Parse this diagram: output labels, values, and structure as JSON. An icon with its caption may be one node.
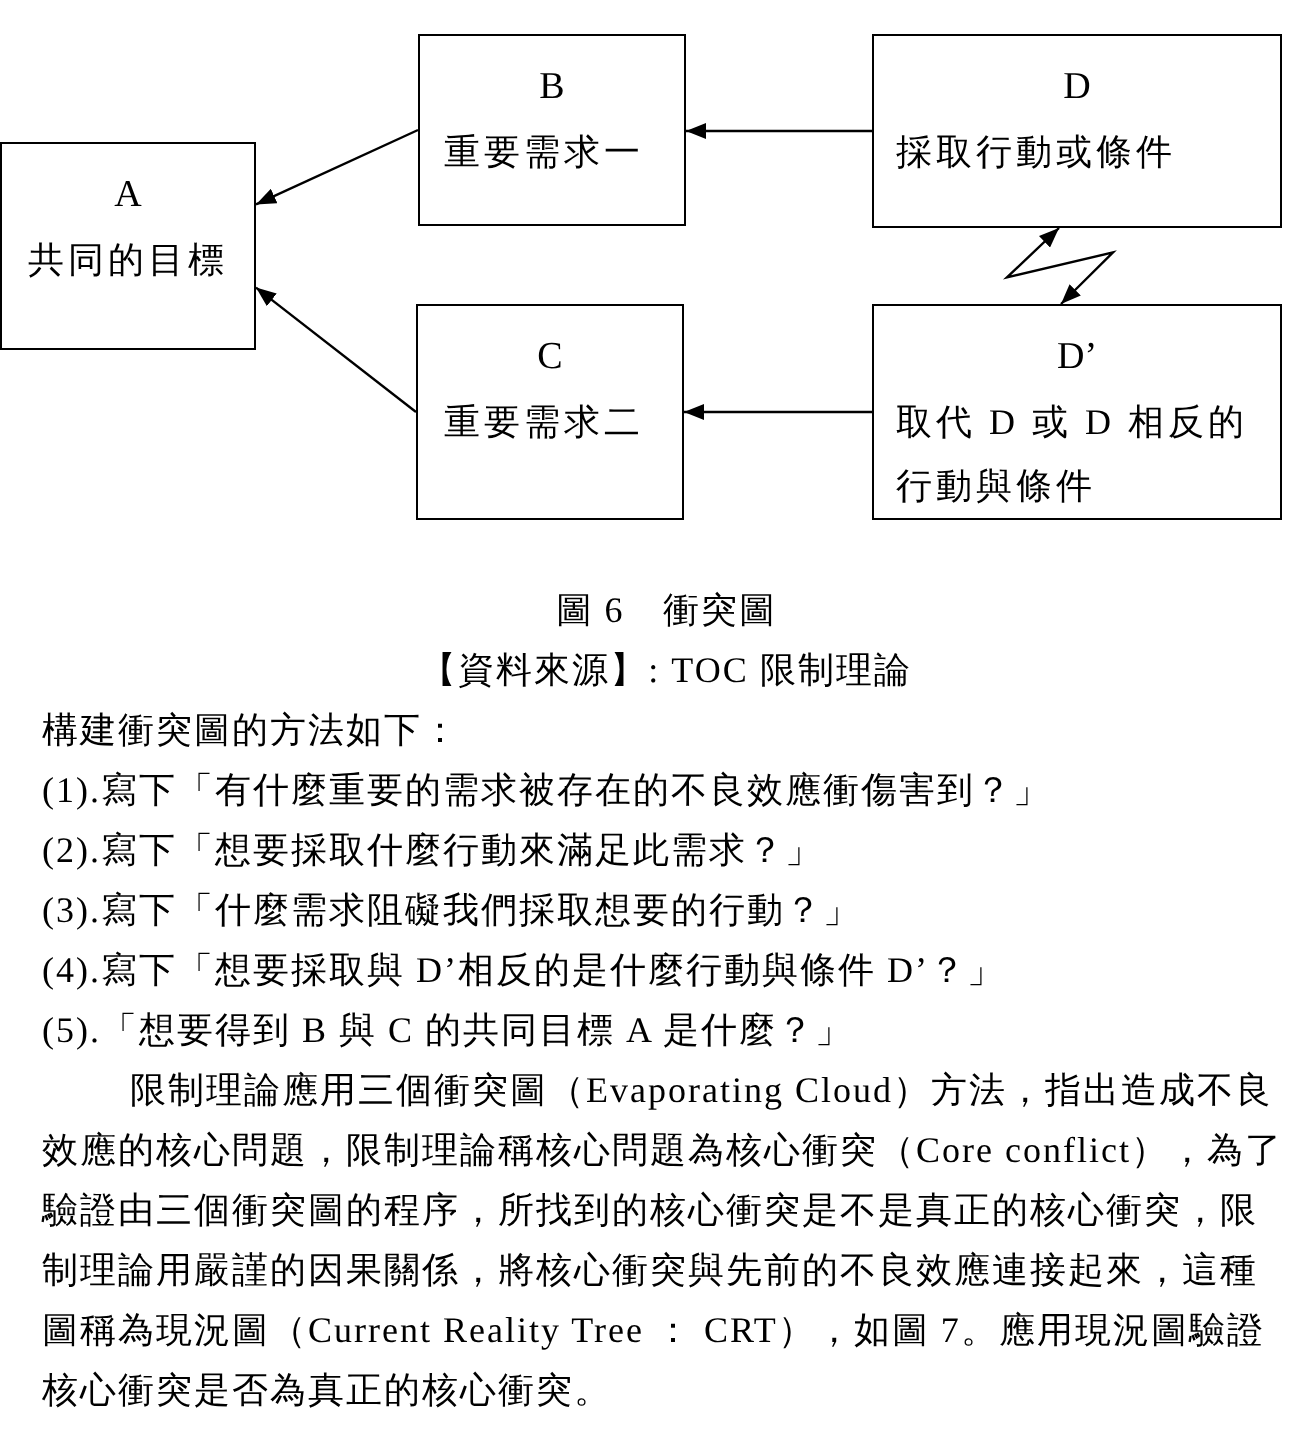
{
  "diagram": {
    "caption": "圖 6　衝突圖",
    "nodes": [
      {
        "text": [
          "A",
          "共同的目標"
        ]
      },
      {
        "text": [
          "B",
          "重要需求一"
        ]
      },
      {
        "text": [
          "C",
          "重要需求二"
        ]
      },
      {
        "text": [
          "D",
          "採取行動或條件"
        ]
      },
      {
        "text": [
          "D’",
          "取代 D 或 D 相反的行動與條件"
        ]
      }
    ],
    "edges": [
      {
        "from": 1,
        "to": 0,
        "arrow": "to"
      },
      {
        "from": 2,
        "to": 0,
        "arrow": "to"
      },
      {
        "from": 3,
        "to": 1,
        "arrow": "to"
      },
      {
        "from": 4,
        "to": 2,
        "arrow": "to"
      },
      {
        "from": 3,
        "to": 4,
        "arrow": "both"
      }
    ],
    "labels": [
      "【資料來源】: TOC 限制理論",
      "構建衝突圖的方法如下：",
      "(1).寫下「有什麼重要的需求被存在的不良效應衝傷害到？」",
      "(2).寫下「想要採取什麼行動來滿足此需求？」",
      "(3).寫下「什麼需求阻礙我們採取想要的行動？」",
      "(4).寫下「想要採取與 D’相反的是什麼行動與條件 D’？」",
      "(5).「想要得到 B 與 C 的共同目標 A 是什麼？」",
      "限制理論應用三個衝突圖（Evaporating Cloud）方法，指出造成不良效應的核心問題，限制理論稱核心問題為核心衝突（Core conflict），為了驗證由三個衝突圖的程序，所找到的核心衝突是不是真正的核心衝突，限制理論用嚴謹的因果關係，將核心衝突與先前的不良效應連接起來，這種圖稱為現況圖（Current Reality Tree ： CRT），如圖 7。應用現況圖驗證核心衝突是否為真正的核心衝突。"
    ]
  }
}
